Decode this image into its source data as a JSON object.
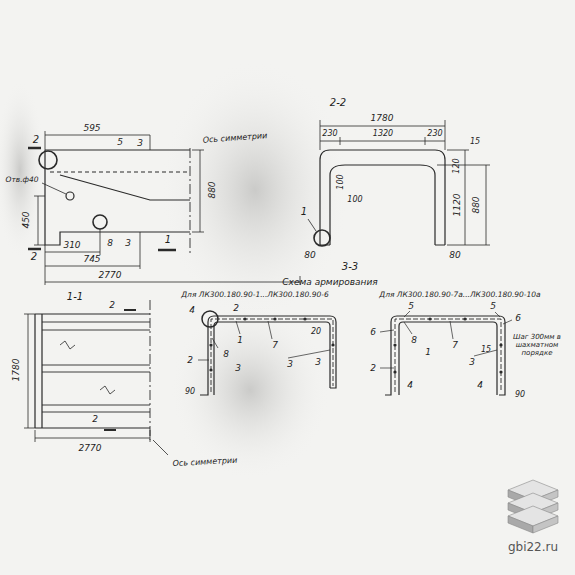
{
  "diagram": {
    "labels": [
      "2",
      "595",
      "5",
      "3",
      "Ось симметрии",
      "Отв.ф40",
      "450",
      "880",
      "2",
      "310",
      "8",
      "3",
      "745",
      "2770",
      "1",
      "2-2",
      "1780",
      "230",
      "1320",
      "230",
      "15",
      "120",
      "1120",
      "880",
      "100",
      "100",
      "1",
      "80",
      "80",
      "3-3",
      "Схема армирования",
      "1-1",
      "2",
      "1780",
      "2",
      "2770",
      "Ось симметрии",
      "Для ЛК300.180.90-1...ЛК300.180.90-6",
      "4",
      "2",
      "20",
      "2",
      "1",
      "8",
      "3",
      "7",
      "3",
      "3",
      "90",
      "Для ЛК300.180.90-7а...ЛК300.180.90-10а",
      "5",
      "5",
      "6",
      "2",
      "8",
      "1",
      "7",
      "3",
      "4",
      "4",
      "15",
      "6",
      "Шаг 300мм в шахматном порядке",
      "90",
      "gbi22.ru"
    ]
  }
}
